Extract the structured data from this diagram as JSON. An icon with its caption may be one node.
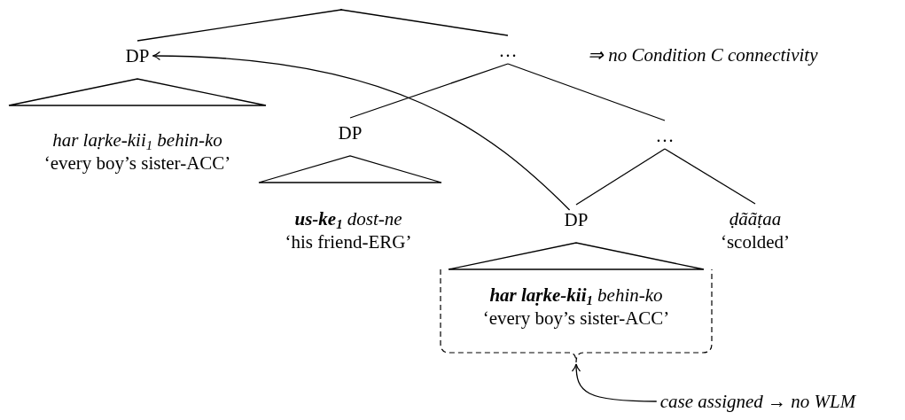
{
  "diagram": {
    "nodes": [
      {
        "text": [],
        "shape": "point"
      },
      {
        "text": [
          "DP"
        ]
      },
      {
        "text": [
          "…"
        ]
      },
      {
        "text": [
          "har laṛke-kii$_{1}$ behin-ko",
          "‘every boy’s sister-ACC’"
        ]
      },
      {
        "text": [
          "DP"
        ]
      },
      {
        "text": [
          "…"
        ]
      },
      {
        "text": [
          "**us-ke$_{1}$** dost-ne",
          "‘his friend-ERG’"
        ]
      },
      {
        "text": [
          "DP"
        ]
      },
      {
        "text": [
          "ḍããṭaa",
          "‘scolded’"
        ]
      },
      {
        "text": [
          "**har laṛke-kii$_{1}$** behin-ko",
          "‘every boy’s sister-ACC’"
        ]
      },
      {
        "text": [
          "case assigned → no WLM"
        ]
      }
    ],
    "edges": [
      {
        "from": 0,
        "to": 1,
        "arrow": "none"
      },
      {
        "from": 0,
        "to": 2,
        "arrow": "none"
      },
      {
        "from": 2,
        "to": 4,
        "arrow": "none"
      },
      {
        "from": 2,
        "to": 5,
        "arrow": "none"
      },
      {
        "from": 5,
        "to": 7,
        "arrow": "none"
      },
      {
        "from": 5,
        "to": 8,
        "arrow": "none"
      },
      {
        "from": 7,
        "to": 1,
        "arrow": "to"
      },
      {
        "from": 10,
        "to": 9,
        "arrow": "to"
      }
    ],
    "labels": [
      "⇒ no Condition C connectivity"
    ]
  }
}
